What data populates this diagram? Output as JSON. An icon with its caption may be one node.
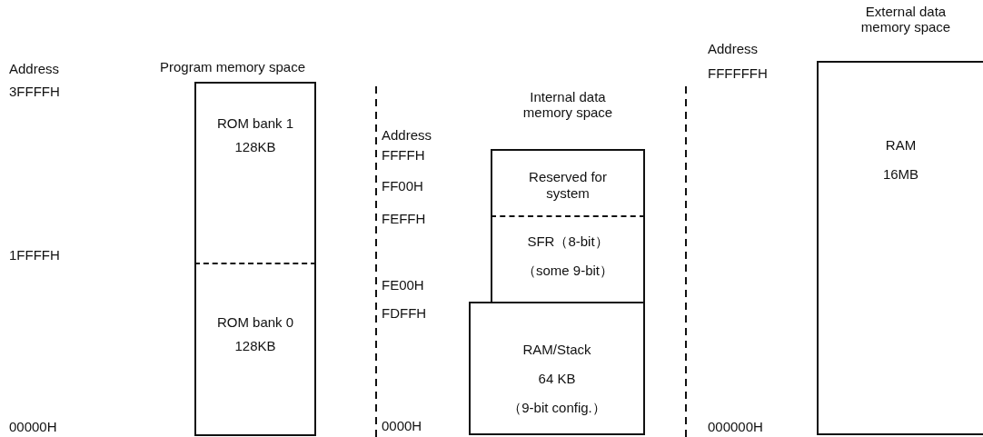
{
  "diagram": {
    "nodes": [
      {
        "text": [
          "ROM bank 1",
          "128KB"
        ]
      },
      {
        "text": [
          "ROM bank 0",
          "128KB"
        ]
      },
      {
        "text": [
          "Reserved for system"
        ]
      },
      {
        "text": [
          "SFR（8-bit）",
          "（some 9-bit）"
        ]
      },
      {
        "text": [
          "RAM/Stack",
          "64 KB",
          "（9-bit config.）"
        ]
      },
      {
        "text": [
          "RAM",
          "16MB"
        ]
      }
    ],
    "labels": [
      "Program memory space",
      "Address",
      "3FFFFH",
      "1FFFFH",
      "00000H",
      "Internal data memory space",
      "Address",
      "FFFFH",
      "FF00H",
      "FEFFH",
      "FE00H",
      "FDFFH",
      "0000H",
      "External data memory space",
      "Address",
      "FFFFFFH",
      "000000H"
    ]
  }
}
